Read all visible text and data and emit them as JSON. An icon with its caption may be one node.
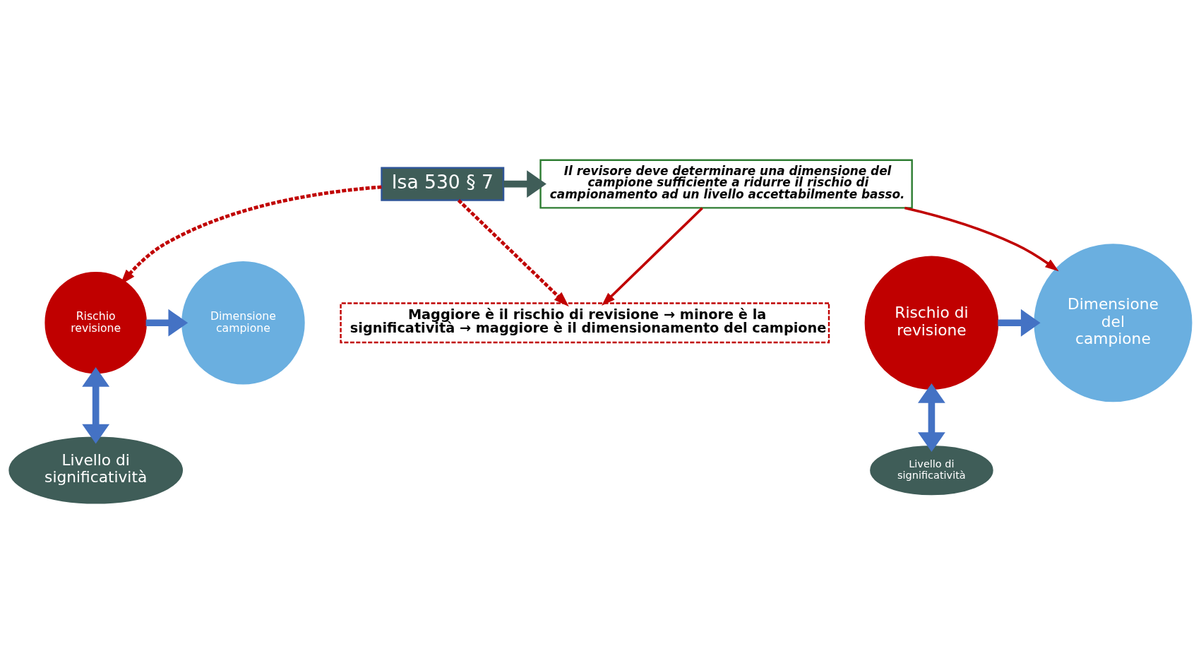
{
  "diagram": {
    "nodes": [
      {
        "text": [
          "Isa 530 § 7"
        ]
      },
      {
        "text": [
          "Il revisore deve determinare una dimensione del campione sufficiente a ridurre il rischio di campionamento ad un livello accettabilmente basso."
        ]
      },
      {
        "text": [
          "Rischio revisione"
        ]
      },
      {
        "text": [
          "Dimensione campione"
        ]
      },
      {
        "text": [
          "Livello di significatività"
        ]
      },
      {
        "text": [
          "Rischio di revisione"
        ]
      },
      {
        "text": [
          "Dimensione del campione"
        ]
      },
      {
        "text": [
          "Livello di significatività"
        ]
      },
      {
        "text": [
          "Maggiore è il rischio di revisione → minore è la significatività → maggiore è il dimensionamento del campione"
        ]
      }
    ],
    "edges": [
      {
        "from": 0,
        "to": 1,
        "arrow": "to",
        "color": "#3f5d58"
      },
      {
        "from": 2,
        "to": 3,
        "arrow": "to"
      },
      {
        "from": 2,
        "to": 4,
        "arrow": "both"
      },
      {
        "from": 5,
        "to": 6,
        "arrow": "to"
      },
      {
        "from": 5,
        "to": 7,
        "arrow": "both"
      },
      {
        "from": 0,
        "to": 2,
        "arrow": "to",
        "style": "dashed",
        "color": "#c00000"
      },
      {
        "from": 0,
        "to": 8,
        "arrow": "to",
        "style": "dashed",
        "color": "#c00000"
      },
      {
        "from": 1,
        "to": 6,
        "arrow": "to",
        "color": "#c00000"
      },
      {
        "from": 1,
        "to": 8,
        "arrow": "to",
        "color": "#c00000"
      }
    ]
  }
}
